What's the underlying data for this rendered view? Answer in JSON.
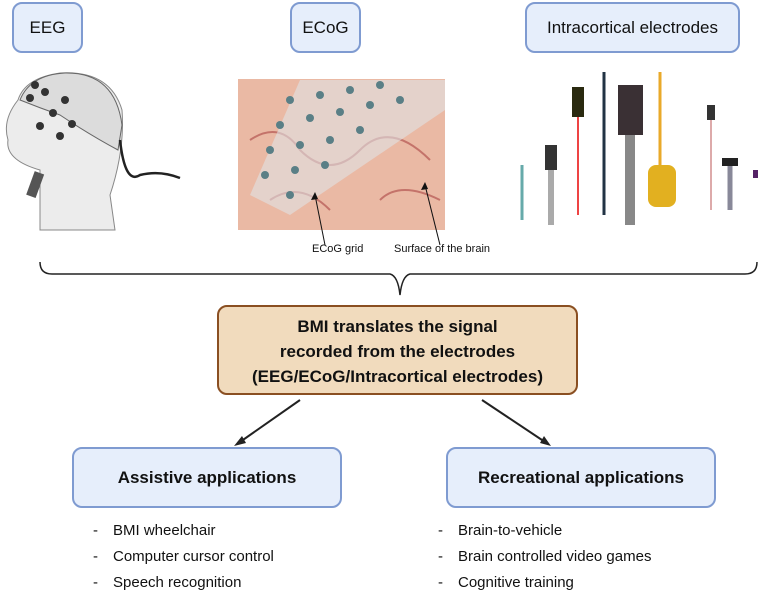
{
  "top_boxes": {
    "eeg": "EEG",
    "ecog": "ECoG",
    "intracortical": "Intracortical electrodes"
  },
  "captions": {
    "ecog_grid": "ECoG grid",
    "brain_surface": "Surface of the brain"
  },
  "center": {
    "line1": "BMI translates the signal",
    "line2": "recorded from the electrodes",
    "line3": "(EEG/ECoG/Intracortical electrodes)"
  },
  "assistive": {
    "title": "Assistive applications",
    "items": [
      "BMI wheelchair",
      "Computer cursor control",
      "Speech recognition"
    ]
  },
  "recreational": {
    "title": "Recreational applications",
    "items": [
      "Brain-to-vehicle",
      "Brain controlled video games",
      "Cognitive training"
    ]
  },
  "colors": {
    "blue_box": "#e6eefb",
    "blue_border": "#7f9bd1",
    "tan_box": "#f1dbbd",
    "tan_border": "#8a4f22"
  }
}
